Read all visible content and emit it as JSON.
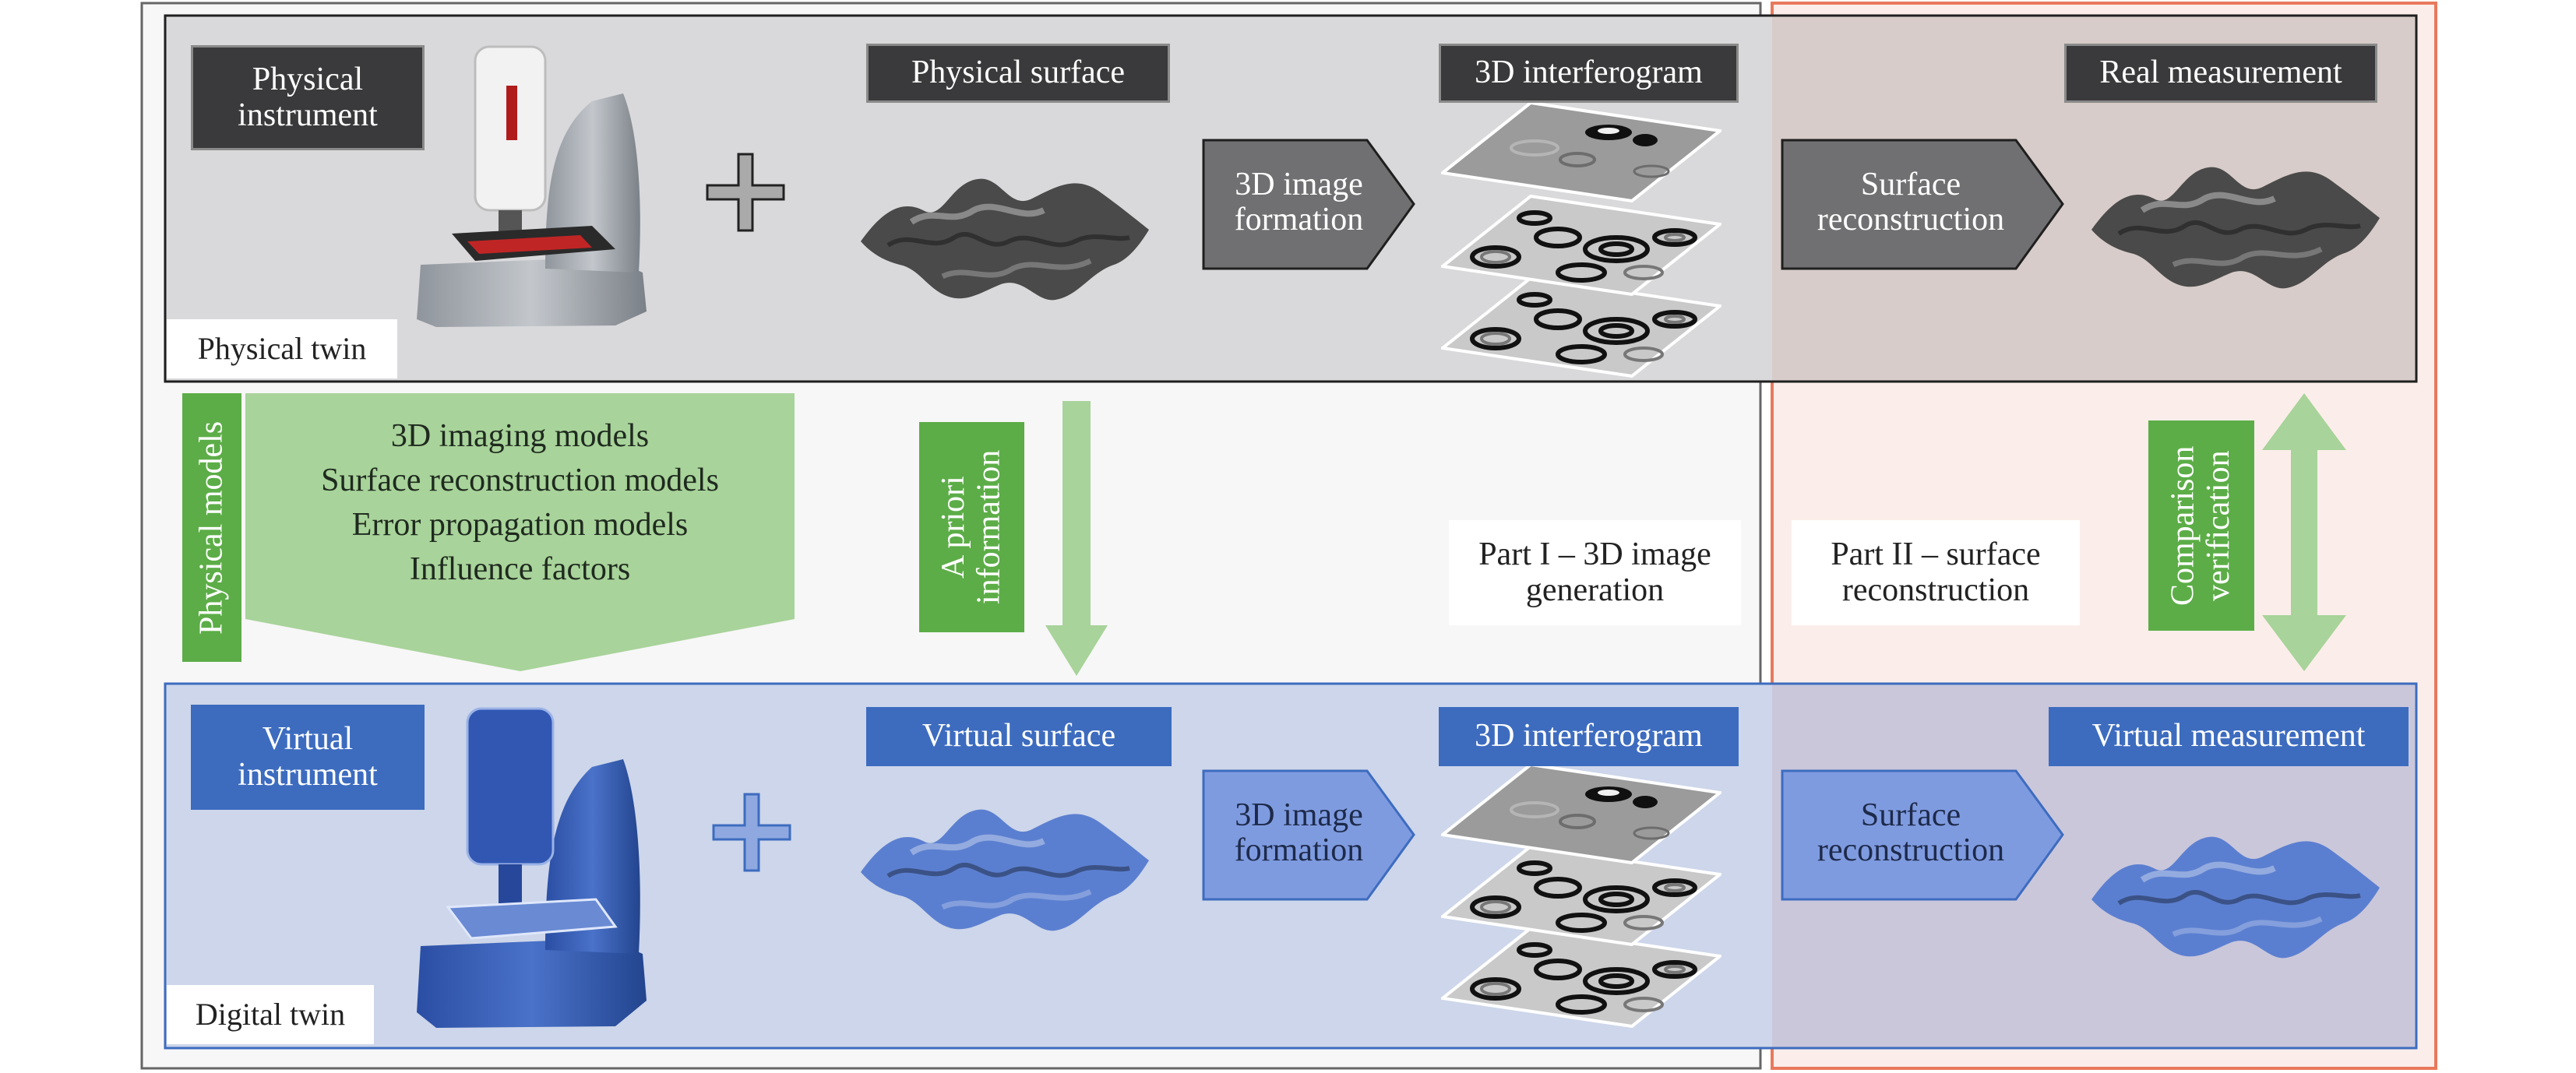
{
  "physical_twin": {
    "label": "Physical twin",
    "instrument_label": "Physical instrument",
    "surface_label": "Physical surface",
    "interferogram_label": "3D interferogram",
    "formation_label": "3D image formation",
    "measurement_label": "Real measurement",
    "reconstruction_label": "Surface reconstruction"
  },
  "digital_twin": {
    "label": "Digital twin",
    "instrument_label": "Virtual instrument",
    "surface_label": "Virtual surface",
    "interferogram_label": "3D interferogram",
    "formation_label": "3D image formation",
    "measurement_label": "Virtual measurement",
    "reconstruction_label": "Surface reconstruction"
  },
  "physical_models": {
    "label": "Physical models",
    "items": [
      "3D imaging models",
      "Surface reconstruction models",
      "Error propagation models",
      "Influence factors"
    ]
  },
  "a_priori_label": "A priori information",
  "comparison_label": "Comparison verification",
  "part1_label": "Part I – 3D image generation",
  "part2_label": "Part II – surface reconstruction",
  "colors": {
    "physical_bg": "#d9d9db",
    "digital_bg": "#cdd6ea",
    "accent_blue": "#3d6cbf",
    "accent_green": "#5cad47",
    "arrow_green": "#a8d39a",
    "part2_border": "#e8795c"
  }
}
